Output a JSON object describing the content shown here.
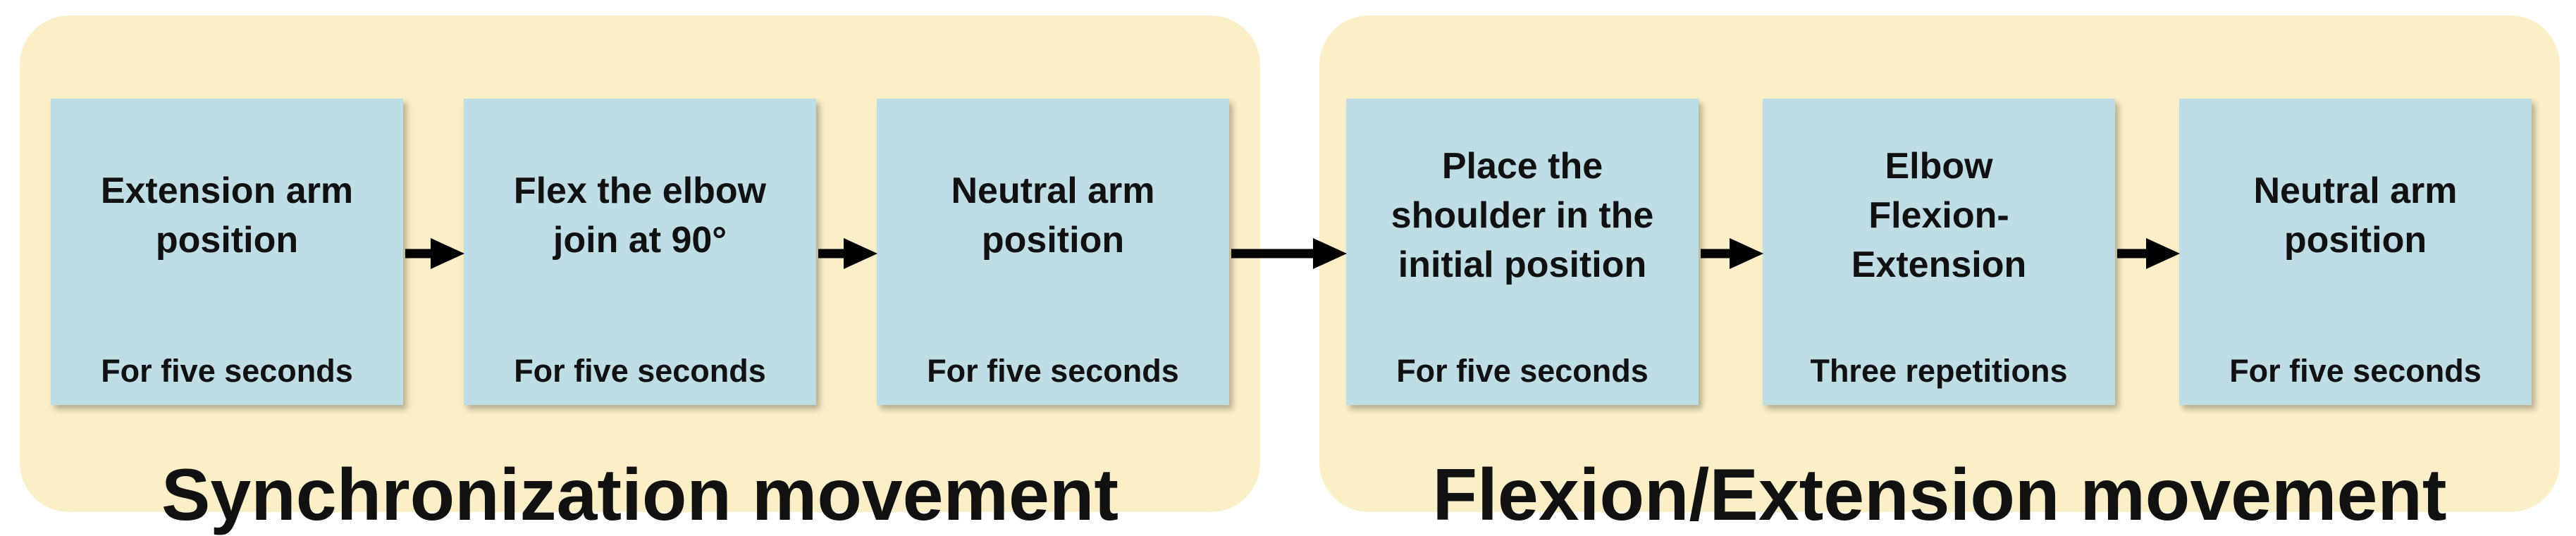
{
  "groups": [
    {
      "title": "Synchronization movement",
      "steps": [
        {
          "label": "Extension arm position",
          "sub": "For five seconds"
        },
        {
          "label": "Flex the elbow join at 90°",
          "sub": "For five seconds"
        },
        {
          "label": "Neutral arm position",
          "sub": "For five seconds"
        }
      ]
    },
    {
      "title": "Flexion/Extension movement",
      "steps": [
        {
          "label": "Place the shoulder in the initial position",
          "sub": "For five seconds"
        },
        {
          "label": "Elbow Flexion-Extension",
          "sub": "Three repetitions"
        },
        {
          "label": "Neutral arm position",
          "sub": "For five seconds"
        }
      ]
    }
  ],
  "colors": {
    "group_background": "#fbefc8",
    "step_background": "#bfdde5",
    "text": "#111111",
    "arrow": "#000000"
  }
}
